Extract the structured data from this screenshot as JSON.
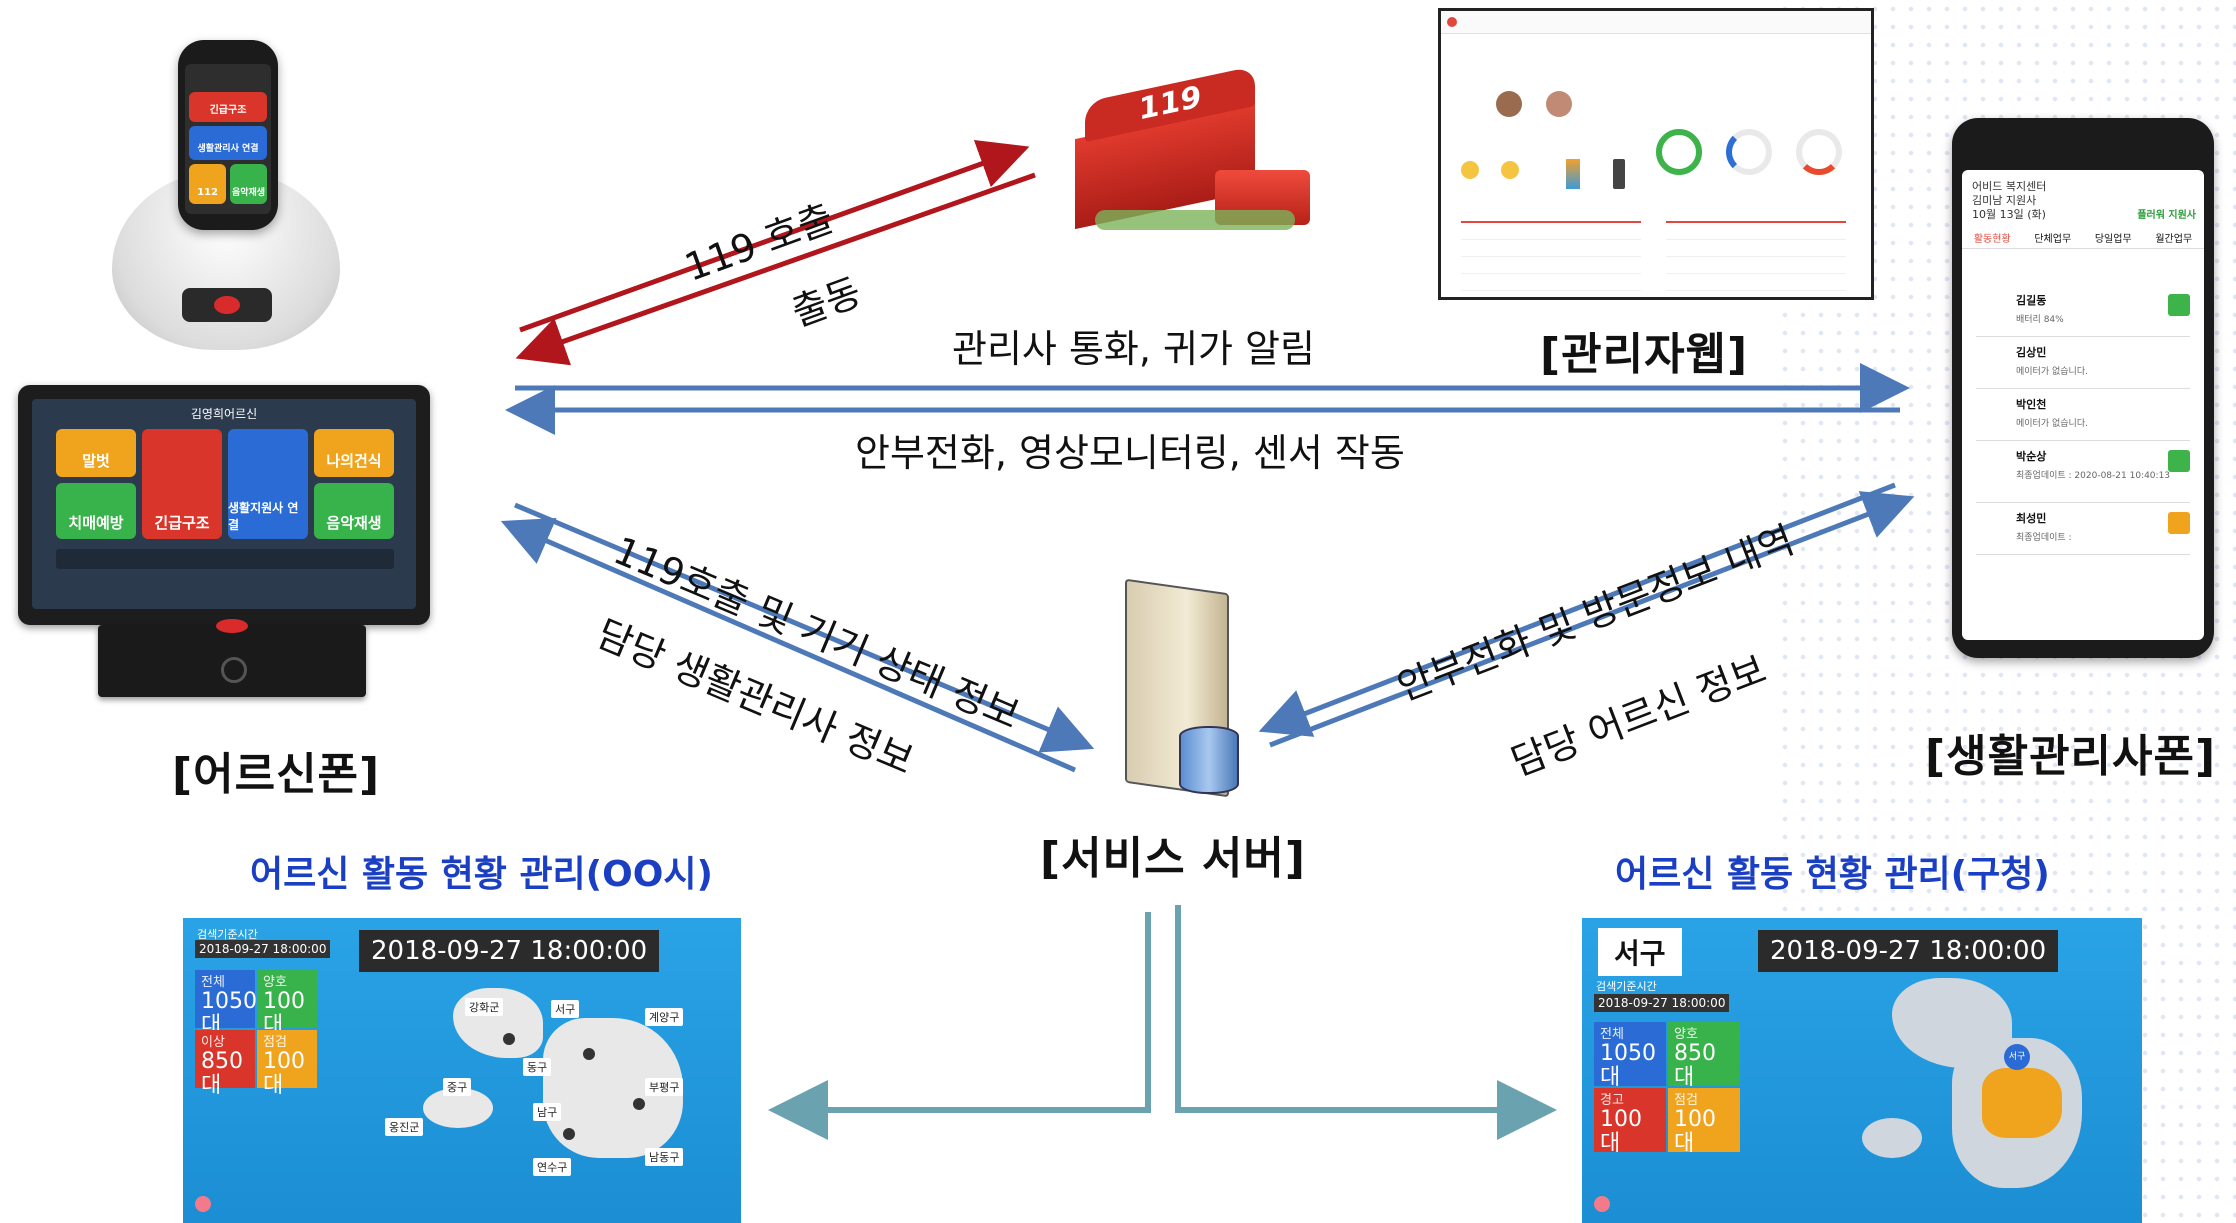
{
  "labels": {
    "senior_phone": "[어르신폰]",
    "service_server": "[서비스 서버]",
    "admin_web": "[관리자웹]",
    "manager_phone": "[생활관리사폰]"
  },
  "flows": {
    "call_119": "119 호출",
    "dispatch": "출동",
    "manager_call": "관리사 통화, 귀가 알림",
    "safety_call": "안부전화, 영상모니터링, 센서 작동",
    "to_server_call_status": "119호출 및 기기 상태 정보",
    "from_server_manager_info": "담당 생활관리사 정보",
    "to_server_visit": "안부전화 및 방문정보 내역",
    "from_server_senior_info": "담당 어르신 정보"
  },
  "panels": {
    "city": {
      "title": "어르신 활동 현황 관리(OO시)",
      "time_label": "검색기준시간",
      "time_small": "2018-09-27 18:00:00",
      "time_big": "2018-09-27 18:00:00",
      "stats": [
        {
          "label": "전체",
          "value": "1050대"
        },
        {
          "label": "양호",
          "value": "100대"
        },
        {
          "label": "이상",
          "value": "850대"
        },
        {
          "label": "점검",
          "value": "100대"
        }
      ],
      "districts": [
        "강화군",
        "서구",
        "계양구",
        "동구",
        "중구",
        "부평구",
        "남구",
        "옹진군",
        "연수구",
        "남동구"
      ]
    },
    "district": {
      "title": "어르신 활동 현황 관리(구청)",
      "district_name": "서구",
      "time_label": "검색기준시간",
      "time_small": "2018-09-27 18:00:00",
      "time_big": "2018-09-27 18:00:00",
      "stats": [
        {
          "label": "전체",
          "value": "1050대"
        },
        {
          "label": "양호",
          "value": "850대"
        },
        {
          "label": "경고",
          "value": "100대"
        },
        {
          "label": "점검",
          "value": "100대"
        }
      ],
      "pin": "서구"
    }
  },
  "tablet": {
    "title": "김영희어르신",
    "tiles": [
      "말벗",
      "긴급구조",
      "생활지원사 연결",
      "나의건식",
      "치매예방",
      "음악재생"
    ]
  },
  "senior_phone_tiles": [
    "긴급구조",
    "생활관리사 연결",
    "112",
    "음악재생"
  ],
  "manager_app": {
    "org": "어비드 복지센터",
    "branch": "김미남 지원사",
    "date": "10월 13일 (화)",
    "badge": "플러워 지원사",
    "tabs": [
      "활동현황",
      "단체업무",
      "당일업무",
      "월간업무"
    ],
    "people": [
      {
        "name": "김길동",
        "note": "배터리 84%"
      },
      {
        "name": "김상민",
        "note": "메이터가 없습니다."
      },
      {
        "name": "박인천",
        "note": "메이터가 없습니다."
      },
      {
        "name": "박순상",
        "note": "최종업데이트 : 2020-08-21 10:40:13"
      },
      {
        "name": "최성민",
        "note": "최종업데이트 :"
      }
    ]
  },
  "firestation_sign": "119",
  "colors": {
    "red_arrow": "#b0161c",
    "blue_arrow": "#4d79b8",
    "teal_arrow": "#5f9aa8",
    "panel_title": "#1a3fc2",
    "tile_blue": "#2a6bd6",
    "tile_green": "#38b24a",
    "tile_red": "#d9352b",
    "tile_orange": "#f0a31d"
  }
}
